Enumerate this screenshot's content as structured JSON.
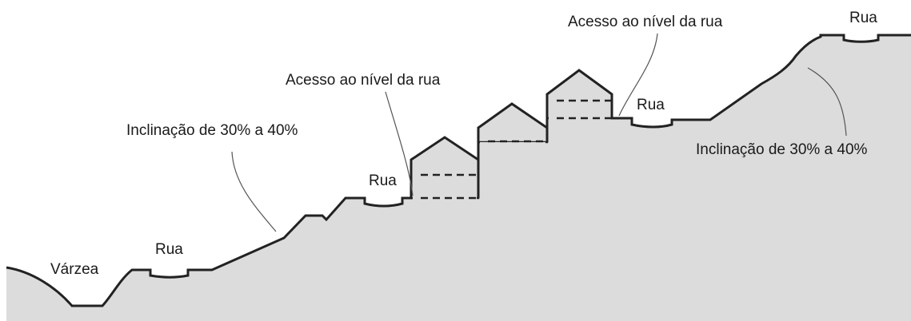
{
  "labels": {
    "varzea": "Várzea",
    "rua_1": "Rua",
    "rua_2": "Rua",
    "rua_3": "Rua",
    "rua_4": "Rua",
    "inclinacao_left": "Inclinação de 30% a 40%",
    "inclinacao_right": "Inclinação de 30% a 40%",
    "acesso_1": "Acesso ao nível da rua",
    "acesso_2": "Acesso ao nível da rua"
  },
  "colors": {
    "ground_fill": "#dcdcdc",
    "outline": "#222222",
    "leader": "#555555"
  }
}
